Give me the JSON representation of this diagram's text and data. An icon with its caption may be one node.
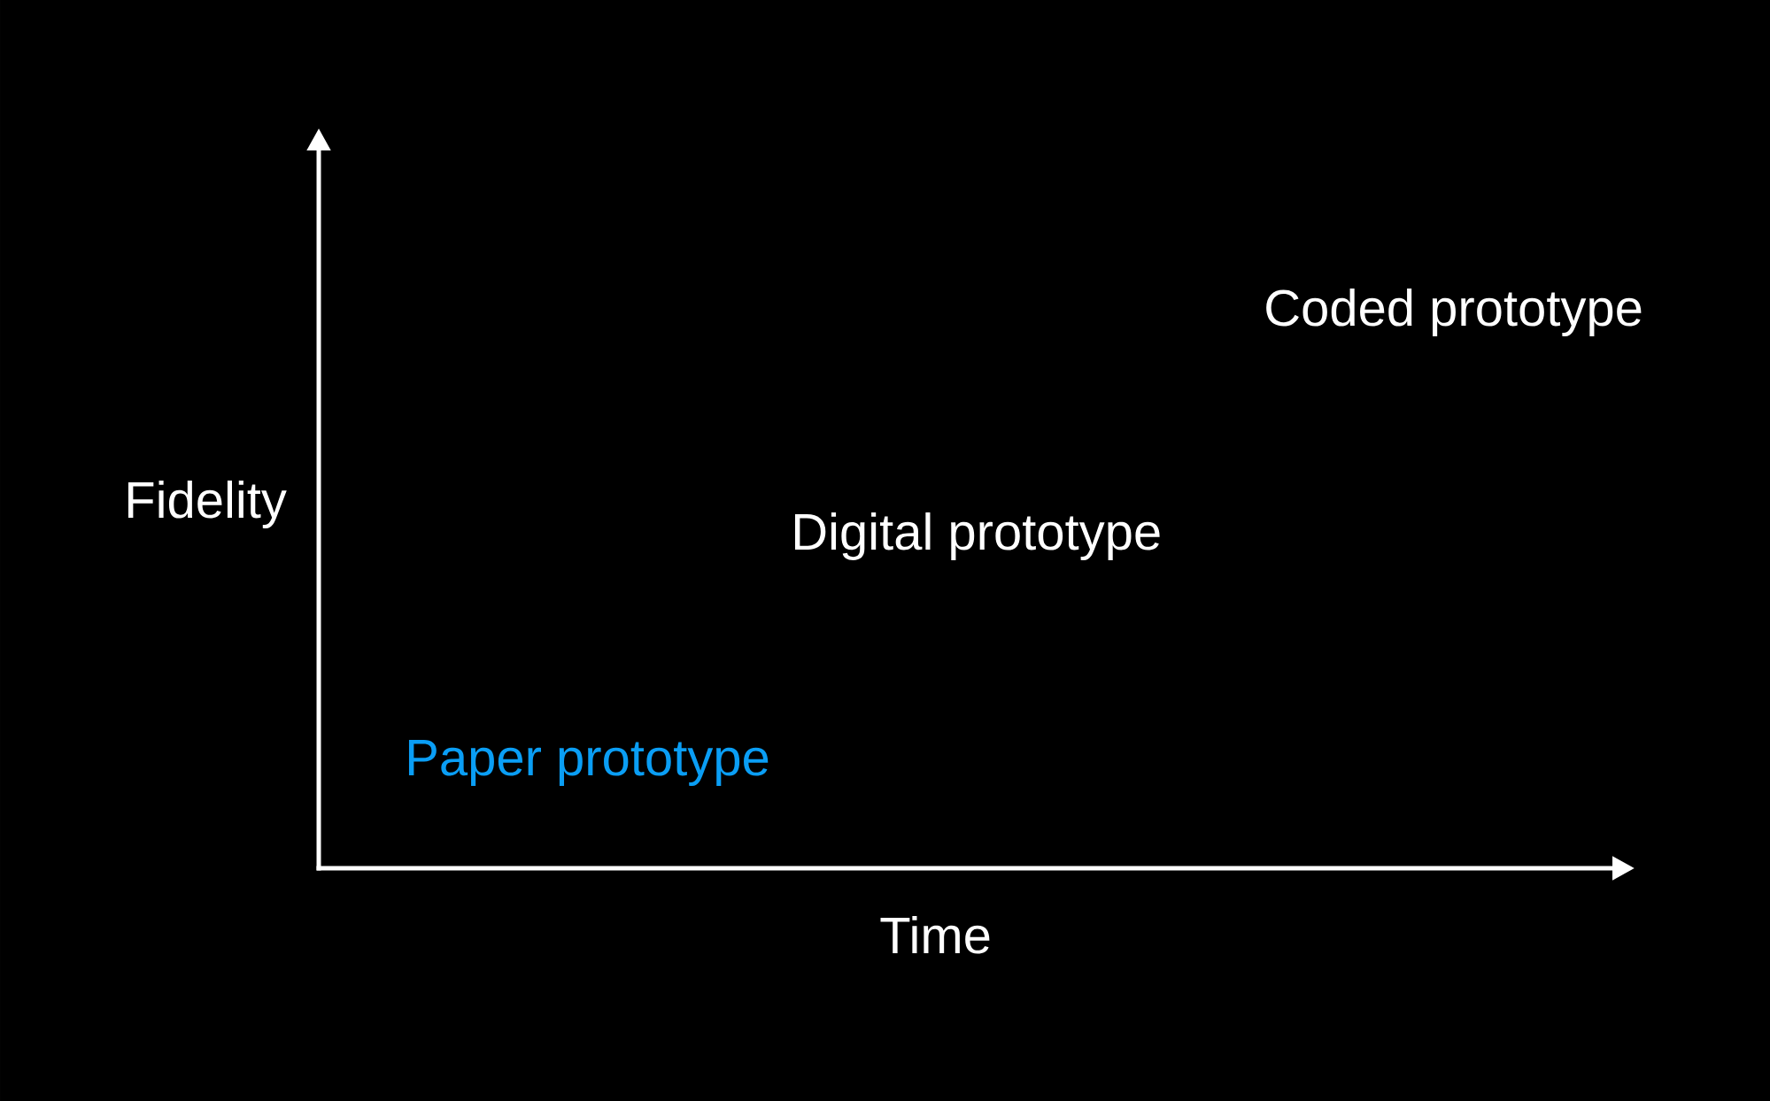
{
  "diagram": {
    "labels": [
      "Coded prototype",
      "Fidelity",
      "Digital prototype",
      "Paper prototype",
      "Time"
    ]
  }
}
